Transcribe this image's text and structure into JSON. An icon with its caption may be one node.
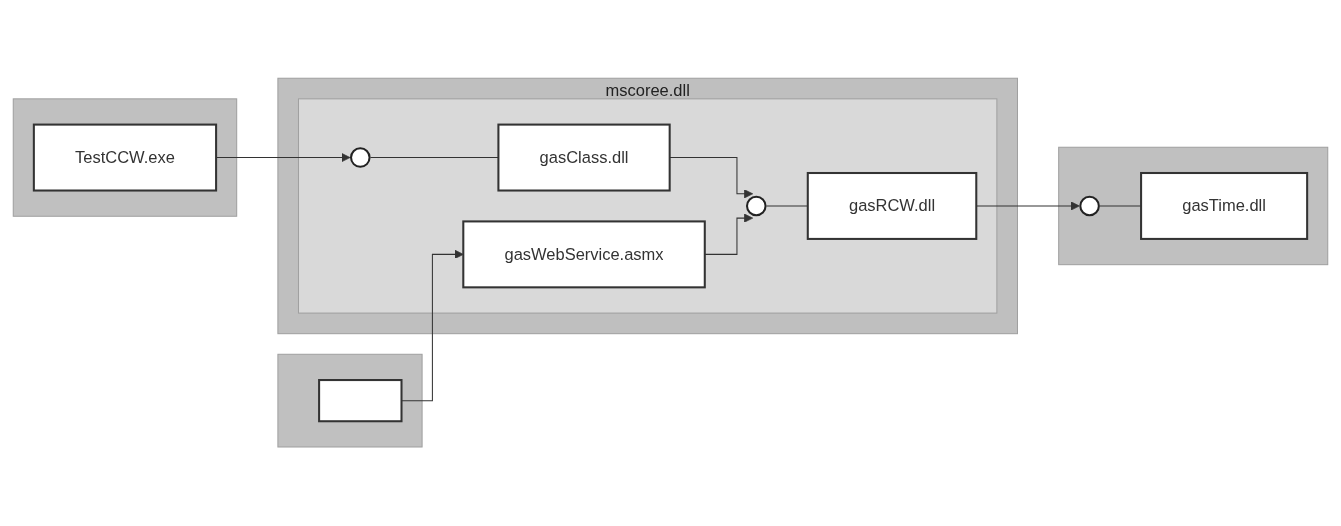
{
  "diagram": {
    "nodes": [
      {
        "text": [],
        "shape": "box"
      },
      {
        "text": [
          "TestCCW.exe"
        ],
        "in": 0
      },
      {
        "text": [],
        "shape": "box"
      },
      {
        "text": [],
        "shape": "box",
        "in": 2
      },
      {
        "text": [
          "mscoree.dll"
        ]
      },
      {
        "text": [],
        "shape": "box",
        "in": 4
      },
      {
        "text": [],
        "shape": "circle",
        "in": 5
      },
      {
        "text": [
          "gasClass.dll"
        ],
        "in": 5
      },
      {
        "text": [
          "gasWebService.asmx"
        ],
        "in": 5
      },
      {
        "text": [],
        "shape": "circle",
        "in": 5
      },
      {
        "text": [
          "gasRCW.dll"
        ],
        "in": 5
      },
      {
        "text": [],
        "shape": "box"
      },
      {
        "text": [],
        "shape": "circle",
        "in": 11
      },
      {
        "text": [
          "gasTime.dll"
        ],
        "in": 11
      }
    ],
    "edges": [
      {
        "from": 1,
        "to": 6,
        "arrow": "to"
      },
      {
        "from": 6,
        "to": 7,
        "arrow": "none"
      },
      {
        "from": 3,
        "to": 8,
        "arrow": "to"
      },
      {
        "from": 7,
        "to": 9,
        "arrow": "to"
      },
      {
        "from": 8,
        "to": 9,
        "arrow": "to"
      },
      {
        "from": 9,
        "to": 10,
        "arrow": "none"
      },
      {
        "from": 10,
        "to": 12,
        "arrow": "to"
      },
      {
        "from": 12,
        "to": 13,
        "arrow": "none"
      }
    ]
  }
}
